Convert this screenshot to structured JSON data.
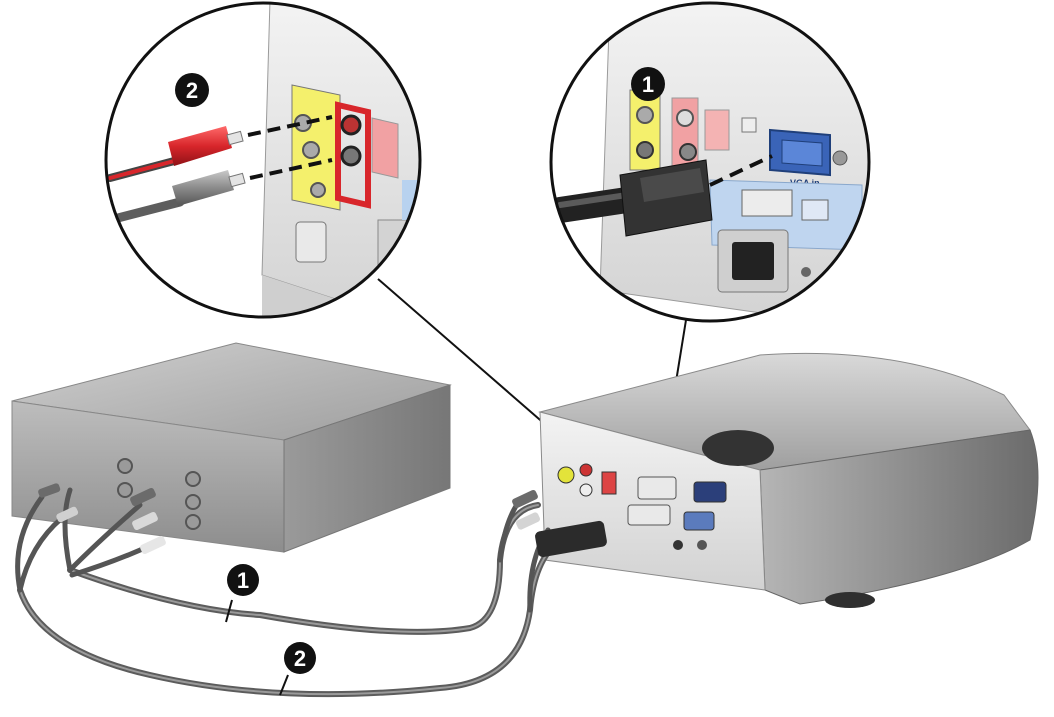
{
  "callouts": {
    "cable1": "1",
    "cable2": "2",
    "inset_right": "1",
    "inset_left": "2"
  },
  "port_labels": {
    "vga_in": "VGA in"
  },
  "colors": {
    "cable_red": "#d8262b",
    "cable_gray": "#8a8a8a",
    "vga_blue": "#3a64b8",
    "device_silver": "#b9b9b9",
    "callout_black": "#111111"
  },
  "icons": [
    "callout-badge-1",
    "callout-badge-2",
    "rca-audio-plug-icon",
    "vga-connector-icon"
  ]
}
